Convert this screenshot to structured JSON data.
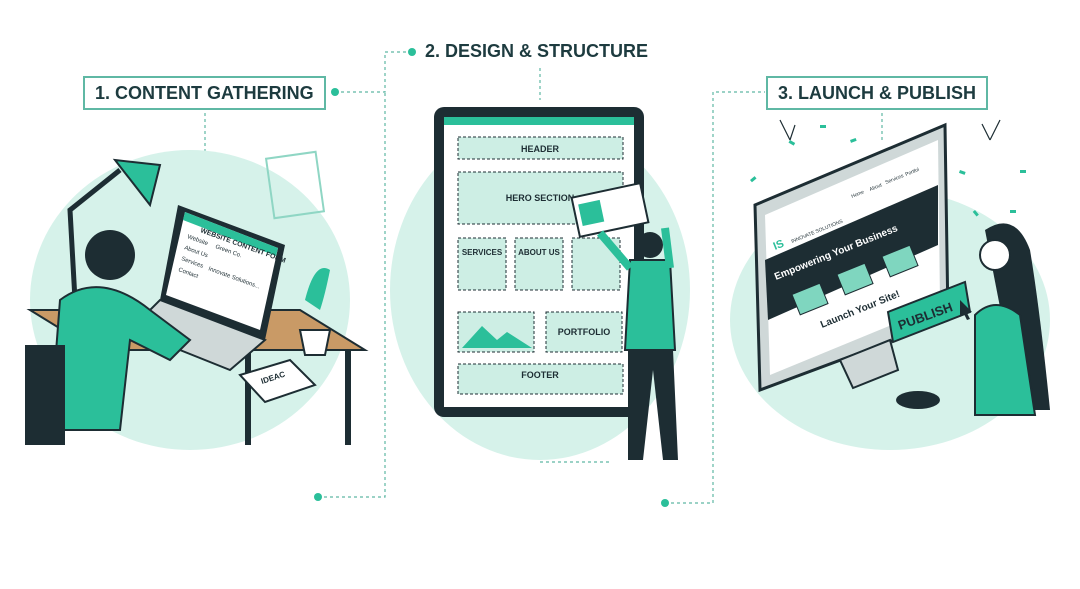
{
  "steps": [
    {
      "label": "1. CONTENT GATHERING"
    },
    {
      "label": "2. DESIGN & STRUCTURE"
    },
    {
      "label": "3. LAUNCH & PUBLISH"
    }
  ],
  "laptop_form": {
    "title": "WEBSITE CONTENT FORM",
    "fields": [
      "Website",
      "About Us",
      "Services",
      "Contact"
    ],
    "website_value": "Green Co.",
    "textarea_value": "Innovate Solutions..."
  },
  "notepad": {
    "text": "IDEAC"
  },
  "wireframe": {
    "header": "HEADER",
    "hero": "HERO SECTION",
    "services": "SERVICES",
    "about": "ABOUT US",
    "portfolio": "PORTFOLIO",
    "footer": "FOOTER"
  },
  "website": {
    "logo_mark": "IS",
    "logo_text": "INNOVATE SOLUTIONS",
    "nav": [
      "Home",
      "About",
      "Services",
      "Portfol"
    ],
    "headline": "Empowering Your Business",
    "tagline": "Launch Your Site!",
    "publish_button": "PUBLISH"
  },
  "colors": {
    "accent": "#2bbf9a",
    "dark": "#1d2d33",
    "light": "#cdeee4",
    "line": "#5fb8a4"
  }
}
